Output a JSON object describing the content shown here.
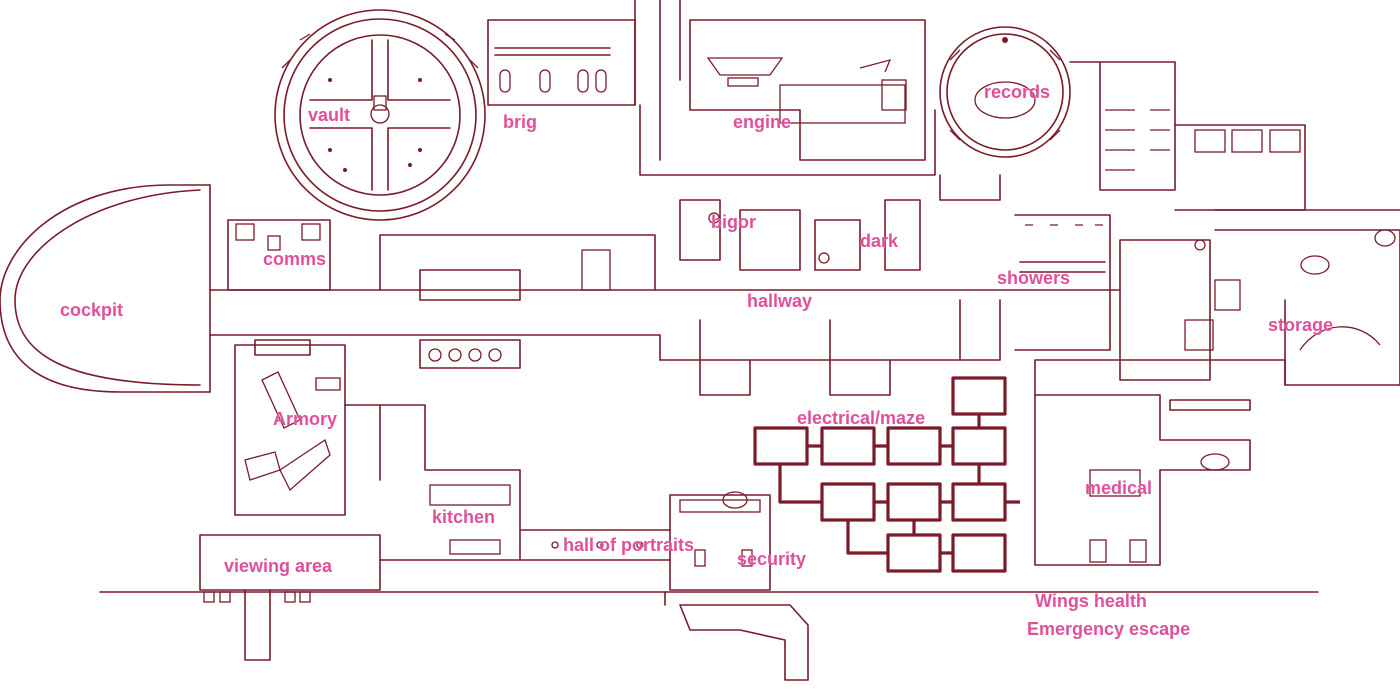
{
  "map": {
    "rooms": {
      "vault": "vault",
      "brig": "brig",
      "engine": "engine",
      "records": "records",
      "comms": "comms",
      "cockpit": "cockpit",
      "bigor": "bigor",
      "dark": "dark",
      "showers": "showers",
      "hallway": "hallway",
      "storage": "storage",
      "armory": "Armory",
      "electrical_maze": "electrical/maze",
      "medical": "medical",
      "kitchen": "kitchen",
      "hall_of_portraits": "hall of portraits",
      "security": "security",
      "viewing_area": "viewing area"
    },
    "notes": {
      "wings_health": "Wings health",
      "emergency_escape": "Emergency escape"
    },
    "colors": {
      "wall": "#7a1a2a",
      "label": "#e0509a",
      "background": "#ffffff"
    }
  }
}
